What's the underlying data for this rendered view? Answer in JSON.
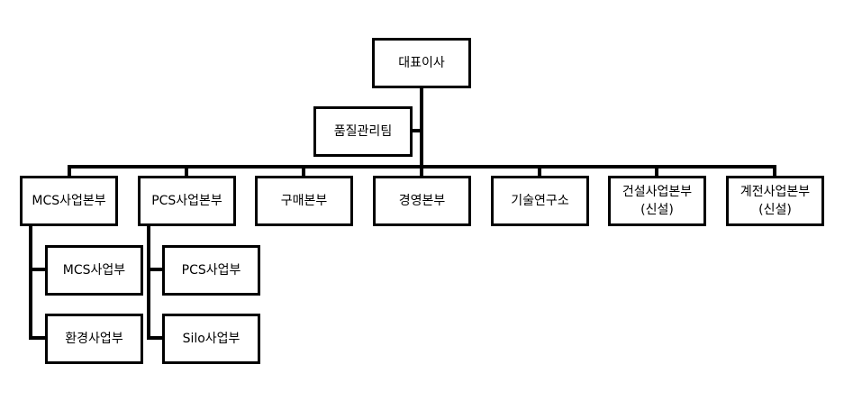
{
  "ceo": "대표이사",
  "quality": "품질관리팀",
  "divisions": [
    {
      "label": "MCS사업본부"
    },
    {
      "label": "PCS사업본부"
    },
    {
      "label": "구매본부"
    },
    {
      "label": "경영본부"
    },
    {
      "label": "기술연구소"
    },
    {
      "label": "건설사업본부",
      "note": "(신설)"
    },
    {
      "label": "계전사업본부",
      "note": "(신설)"
    }
  ],
  "mcs_units": [
    "MCS사업부",
    "환경사업부"
  ],
  "pcs_units": [
    "PCS사업부",
    "Silo사업부"
  ]
}
